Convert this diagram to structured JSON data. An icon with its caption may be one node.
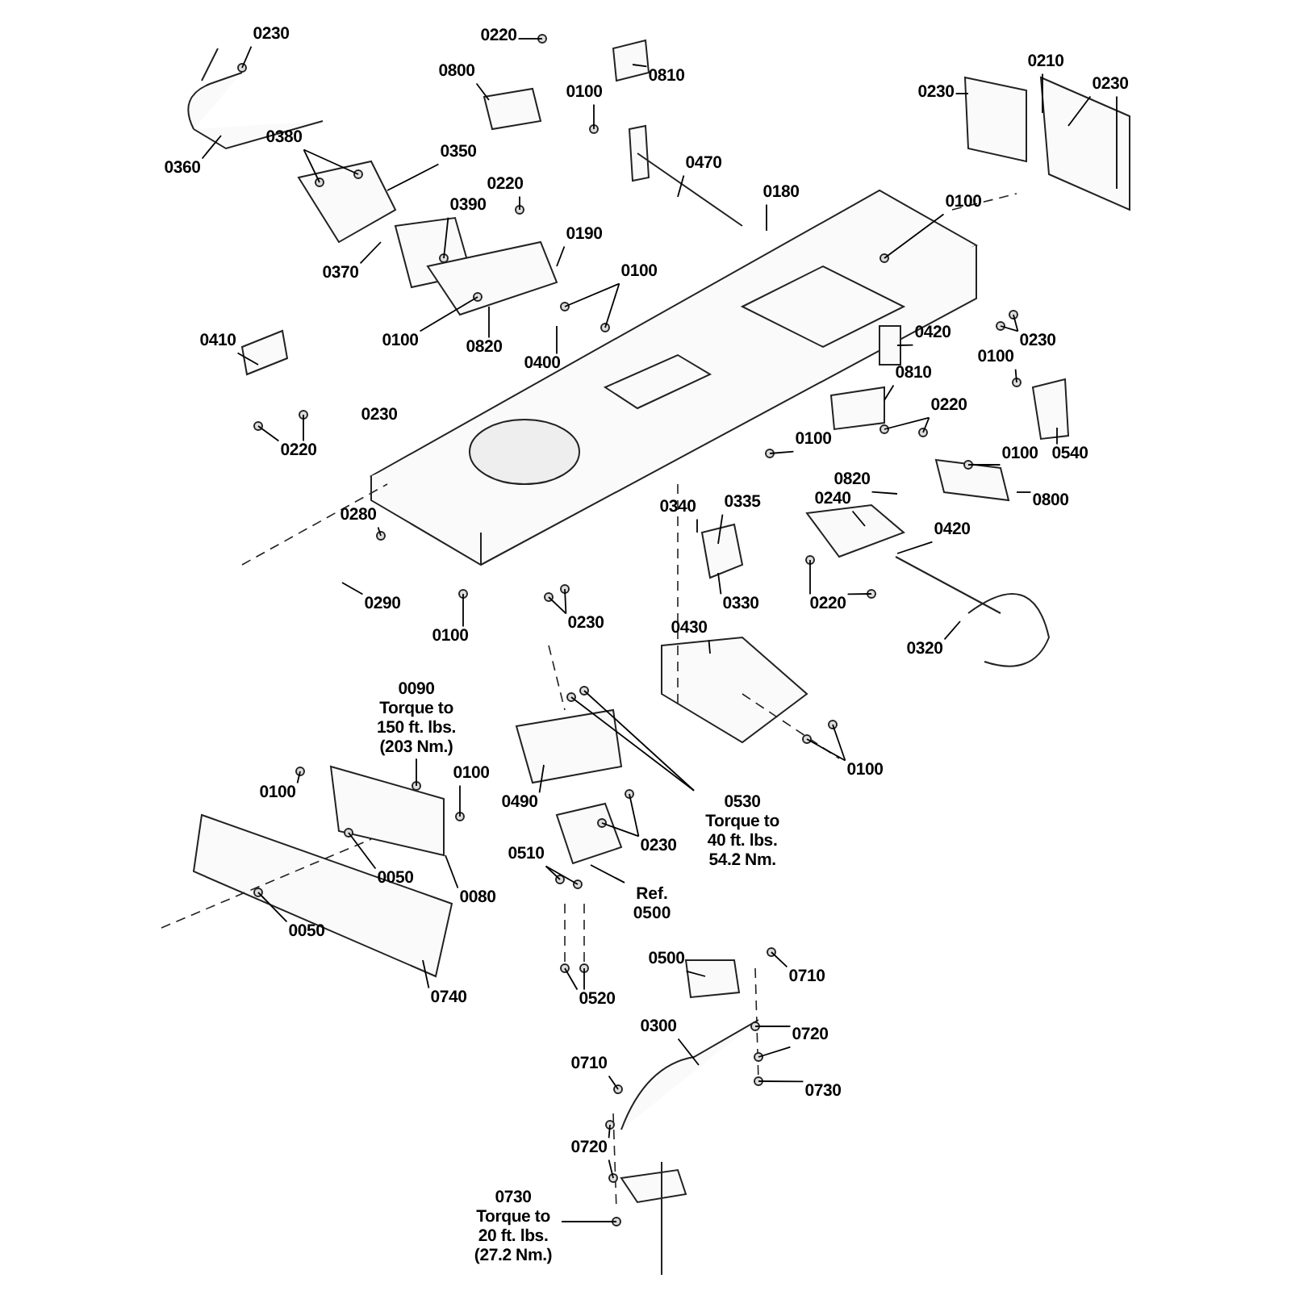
{
  "diagram": {
    "nodes": [
      {
        "text": [
          "0230"
        ]
      },
      {
        "text": [
          "0360"
        ]
      },
      {
        "text": [
          "0380"
        ]
      },
      {
        "text": [
          "0350"
        ]
      },
      {
        "text": [
          "0370"
        ]
      },
      {
        "text": [
          "0390"
        ]
      },
      {
        "text": [
          "0220"
        ]
      },
      {
        "text": [
          "0810"
        ]
      },
      {
        "text": [
          "0800"
        ]
      },
      {
        "text": [
          "0100"
        ]
      },
      {
        "text": [
          "0470"
        ]
      },
      {
        "text": [
          "0220"
        ]
      },
      {
        "text": [
          "0190"
        ]
      },
      {
        "text": [
          "0180"
        ]
      },
      {
        "text": [
          "0210"
        ]
      },
      {
        "text": [
          "0230"
        ]
      },
      {
        "text": [
          "0230"
        ]
      },
      {
        "text": [
          "0100"
        ]
      },
      {
        "text": [
          "0100"
        ]
      },
      {
        "text": [
          "0100"
        ]
      },
      {
        "text": [
          "0820"
        ]
      },
      {
        "text": [
          "0400"
        ]
      },
      {
        "text": [
          "0410"
        ]
      },
      {
        "text": [
          "0220"
        ]
      },
      {
        "text": [
          "0420"
        ]
      },
      {
        "text": [
          "0230"
        ]
      },
      {
        "text": [
          "0100"
        ]
      },
      {
        "text": [
          "0810"
        ]
      },
      {
        "text": [
          "0220"
        ]
      },
      {
        "text": [
          "0540"
        ]
      },
      {
        "text": [
          "0100"
        ]
      },
      {
        "text": [
          "0100"
        ]
      },
      {
        "text": [
          "0820"
        ]
      },
      {
        "text": [
          "0800"
        ]
      },
      {
        "text": [
          "0340"
        ]
      },
      {
        "text": [
          "0335"
        ]
      },
      {
        "text": [
          "0330"
        ]
      },
      {
        "text": [
          "0240"
        ]
      },
      {
        "text": [
          "0420"
        ]
      },
      {
        "text": [
          "0220"
        ]
      },
      {
        "text": [
          "0320"
        ]
      },
      {
        "text": [
          "0430"
        ]
      },
      {
        "text": [
          "0100"
        ]
      },
      {
        "text": [
          "0280"
        ]
      },
      {
        "text": [
          "0290"
        ]
      },
      {
        "text": [
          "0100"
        ]
      },
      {
        "text": [
          "0230"
        ]
      },
      {
        "text": [
          "0090",
          "Torque to 150 ft. lbs. (203 Nm.)"
        ]
      },
      {
        "text": [
          "0100"
        ]
      },
      {
        "text": [
          "0100"
        ]
      },
      {
        "text": [
          "0050"
        ]
      },
      {
        "text": [
          "0080"
        ]
      },
      {
        "text": [
          "0050"
        ]
      },
      {
        "text": [
          "0740"
        ]
      },
      {
        "text": [
          "0490"
        ]
      },
      {
        "text": [
          "0530",
          "Torque to 40 ft. lbs. 54.2 Nm."
        ]
      },
      {
        "text": [
          "0230"
        ]
      },
      {
        "text": [
          "0510"
        ]
      },
      {
        "text": [
          "Ref. 0500"
        ]
      },
      {
        "text": [
          "0520"
        ]
      },
      {
        "text": [
          "0500"
        ]
      },
      {
        "text": [
          "0710"
        ]
      },
      {
        "text": [
          "0300"
        ]
      },
      {
        "text": [
          "0720"
        ]
      },
      {
        "text": [
          "0730"
        ]
      },
      {
        "text": [
          "0710"
        ]
      },
      {
        "text": [
          "0720"
        ]
      },
      {
        "text": [
          "0730",
          "Torque to 20 ft. lbs. (27.2 Nm.)"
        ]
      }
    ],
    "edges": [
      {
        "from": 0,
        "to": null,
        "arrow": "none"
      },
      {
        "from": 1,
        "to": null,
        "arrow": "none"
      },
      {
        "from": 2,
        "to": null,
        "arrow": "none"
      },
      {
        "from": 2,
        "to": null,
        "arrow": "none"
      },
      {
        "from": 3,
        "to": null,
        "arrow": "none"
      },
      {
        "from": 4,
        "to": null,
        "arrow": "none"
      },
      {
        "from": 5,
        "to": null,
        "arrow": "none"
      },
      {
        "from": 6,
        "to": null,
        "arrow": "none"
      },
      {
        "from": 7,
        "to": null,
        "arrow": "none"
      },
      {
        "from": 8,
        "to": null,
        "arrow": "none"
      },
      {
        "from": 9,
        "to": null,
        "arrow": "none"
      },
      {
        "from": 10,
        "to": null,
        "arrow": "none"
      },
      {
        "from": 11,
        "to": null,
        "arrow": "none"
      },
      {
        "from": 12,
        "to": null,
        "arrow": "none"
      },
      {
        "from": 13,
        "to": null,
        "arrow": "none"
      },
      {
        "from": 14,
        "to": null,
        "arrow": "none"
      },
      {
        "from": 15,
        "to": null,
        "arrow": "none"
      },
      {
        "from": 16,
        "to": null,
        "arrow": "none"
      },
      {
        "from": 16,
        "to": null,
        "arrow": "none"
      },
      {
        "from": 17,
        "to": null,
        "arrow": "none"
      },
      {
        "from": 18,
        "to": null,
        "arrow": "none"
      },
      {
        "from": 18,
        "to": null,
        "arrow": "none"
      },
      {
        "from": 19,
        "to": null,
        "arrow": "none"
      },
      {
        "from": 20,
        "to": null,
        "arrow": "none"
      },
      {
        "from": 21,
        "to": null,
        "arrow": "none"
      },
      {
        "from": 22,
        "to": null,
        "arrow": "none"
      },
      {
        "from": 23,
        "to": null,
        "arrow": "none"
      },
      {
        "from": 23,
        "to": null,
        "arrow": "none"
      },
      {
        "from": 24,
        "to": null,
        "arrow": "none"
      },
      {
        "from": 25,
        "to": null,
        "arrow": "none"
      },
      {
        "from": 25,
        "to": null,
        "arrow": "none"
      },
      {
        "from": 26,
        "to": null,
        "arrow": "none"
      },
      {
        "from": 27,
        "to": null,
        "arrow": "none"
      },
      {
        "from": 28,
        "to": null,
        "arrow": "none"
      },
      {
        "from": 28,
        "to": null,
        "arrow": "none"
      },
      {
        "from": 29,
        "to": null,
        "arrow": "none"
      },
      {
        "from": 30,
        "to": null,
        "arrow": "none"
      },
      {
        "from": 31,
        "to": null,
        "arrow": "none"
      },
      {
        "from": 32,
        "to": null,
        "arrow": "none"
      },
      {
        "from": 33,
        "to": null,
        "arrow": "none"
      },
      {
        "from": 34,
        "to": null,
        "arrow": "none"
      },
      {
        "from": 35,
        "to": null,
        "arrow": "none"
      },
      {
        "from": 36,
        "to": null,
        "arrow": "none"
      },
      {
        "from": 37,
        "to": null,
        "arrow": "none"
      },
      {
        "from": 38,
        "to": null,
        "arrow": "none"
      },
      {
        "from": 39,
        "to": null,
        "arrow": "none"
      },
      {
        "from": 39,
        "to": null,
        "arrow": "none"
      },
      {
        "from": 40,
        "to": null,
        "arrow": "none"
      },
      {
        "from": 41,
        "to": null,
        "arrow": "none"
      },
      {
        "from": 42,
        "to": null,
        "arrow": "none"
      },
      {
        "from": 42,
        "to": null,
        "arrow": "none"
      },
      {
        "from": 43,
        "to": null,
        "arrow": "none"
      },
      {
        "from": 44,
        "to": null,
        "arrow": "none"
      },
      {
        "from": 45,
        "to": null,
        "arrow": "none"
      },
      {
        "from": 46,
        "to": null,
        "arrow": "none"
      },
      {
        "from": 46,
        "to": null,
        "arrow": "none"
      },
      {
        "from": 47,
        "to": null,
        "arrow": "none"
      },
      {
        "from": 48,
        "to": null,
        "arrow": "none"
      },
      {
        "from": 49,
        "to": null,
        "arrow": "none"
      },
      {
        "from": 50,
        "to": null,
        "arrow": "none"
      },
      {
        "from": 51,
        "to": null,
        "arrow": "none"
      },
      {
        "from": 52,
        "to": null,
        "arrow": "none"
      },
      {
        "from": 53,
        "to": null,
        "arrow": "none"
      },
      {
        "from": 54,
        "to": null,
        "arrow": "none"
      },
      {
        "from": 55,
        "to": null,
        "arrow": "none"
      },
      {
        "from": 55,
        "to": null,
        "arrow": "none"
      },
      {
        "from": 56,
        "to": null,
        "arrow": "none"
      },
      {
        "from": 56,
        "to": null,
        "arrow": "none"
      },
      {
        "from": 57,
        "to": null,
        "arrow": "none"
      },
      {
        "from": 57,
        "to": null,
        "arrow": "none"
      },
      {
        "from": 58,
        "to": null,
        "arrow": "none"
      },
      {
        "from": 59,
        "to": null,
        "arrow": "none"
      },
      {
        "from": 59,
        "to": null,
        "arrow": "none"
      },
      {
        "from": 60,
        "to": null,
        "arrow": "none"
      },
      {
        "from": 61,
        "to": null,
        "arrow": "none"
      },
      {
        "from": 62,
        "to": null,
        "arrow": "none"
      },
      {
        "from": 63,
        "to": null,
        "arrow": "none"
      },
      {
        "from": 63,
        "to": null,
        "arrow": "none"
      },
      {
        "from": 64,
        "to": null,
        "arrow": "none"
      },
      {
        "from": 65,
        "to": null,
        "arrow": "none"
      },
      {
        "from": 66,
        "to": null,
        "arrow": "none"
      },
      {
        "from": 66,
        "to": null,
        "arrow": "none"
      },
      {
        "from": 67,
        "to": null,
        "arrow": "none"
      }
    ],
    "labels": [
      "0230"
    ]
  }
}
